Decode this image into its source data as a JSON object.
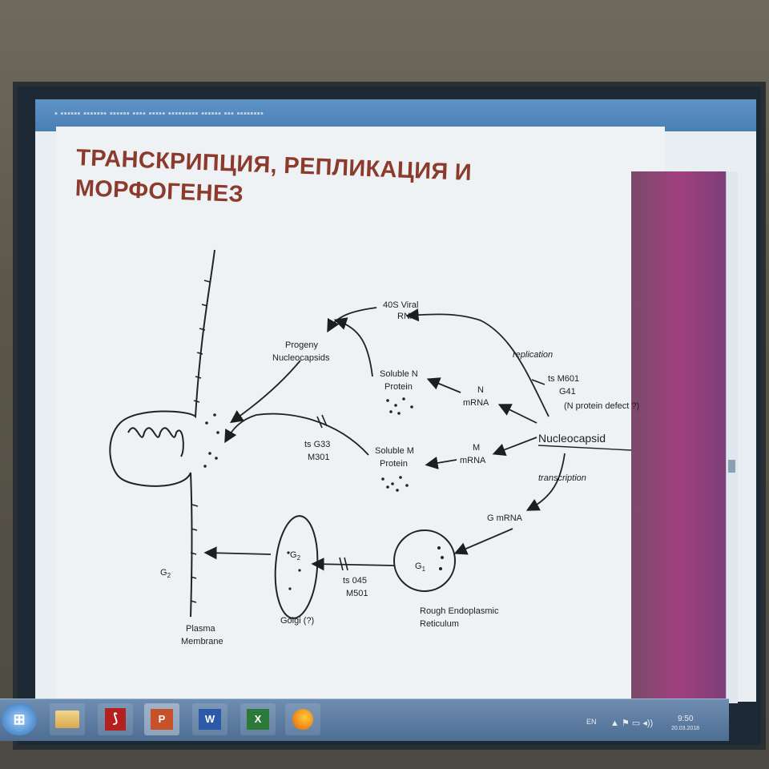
{
  "slide": {
    "title_line1": "ТРАНСКРИПЦИЯ, РЕПЛИКАЦИЯ И",
    "title_line2": "МОРФОГЕНЕЗ"
  },
  "diagram": {
    "viral_rna": [
      "40S Viral",
      "RNA"
    ],
    "progeny": [
      "Progeny",
      "Nucleocapsids"
    ],
    "soluble_n": [
      "Soluble N",
      "Protein"
    ],
    "n_mrna": [
      "N",
      "mRNA"
    ],
    "replication": "replication",
    "mutant_n": [
      "ts M601",
      "G41"
    ],
    "n_defect": "(N protein defect ?)",
    "nucleocapsid": "Nucleocapsid",
    "mutant_m": [
      "ts G33",
      "M301"
    ],
    "soluble_m": [
      "Soluble M",
      "Protein"
    ],
    "m_mrna": [
      "M",
      "mRNA"
    ],
    "transcription": "transcription",
    "g_mrna": "G mRNA",
    "g2_golgi": "G",
    "g2_golgi_sub": "2",
    "g1": "G",
    "g1_sub": "1",
    "g2_membrane": "G",
    "g2_membrane_sub": "2",
    "mutant_g": [
      "ts 045",
      "M501"
    ],
    "rer": [
      "Rough Endoplasmic",
      "Reticulum"
    ],
    "golgi": "Golgi (?)",
    "plasma_membrane": [
      "Plasma",
      "Membrane"
    ]
  },
  "taskbar": {
    "lang": "EN",
    "time": "9:50",
    "date": "20.03.2018",
    "items": [
      "start-orb",
      "file-explorer",
      "acrobat-reader",
      "powerpoint",
      "word",
      "excel",
      "firefox"
    ]
  }
}
